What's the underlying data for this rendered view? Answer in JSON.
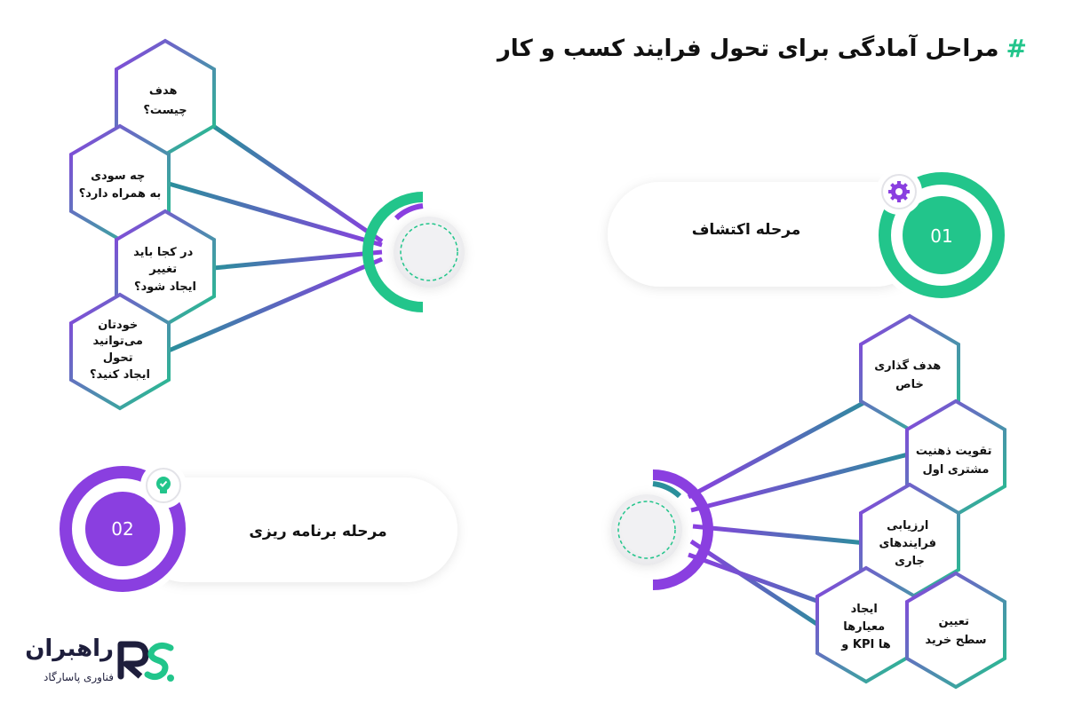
{
  "title": {
    "hash": "#",
    "text": "مراحل آمادگی برای تحول فرایند کسب و کار"
  },
  "stage1": {
    "number": "01",
    "label": "مرحله اکتشاف",
    "icon": "gear-icon",
    "color": "#22c58b",
    "items": [
      [
        "هدف",
        "چیست؟"
      ],
      [
        "چه سودی",
        "به همراه دارد؟"
      ],
      [
        "در کجا باید",
        "تغییر",
        "ایجاد شود؟"
      ],
      [
        "خودتان",
        "می‌توانید",
        "تحول",
        "ایجاد کنید؟"
      ]
    ]
  },
  "stage2": {
    "number": "02",
    "label": "مرحله برنامه ریزی",
    "icon": "lightbulb-check-icon",
    "color": "#8a3fe0",
    "items": [
      [
        "هدف گذاری",
        "خاص"
      ],
      [
        "تقویت ذهنیت",
        "مشتری اول"
      ],
      [
        "ارزیابی",
        "فرایندهای",
        "جاری"
      ],
      [
        "ایجاد",
        "معیارها",
        "و KPI ها"
      ],
      [
        "تعیین",
        "سطح خرید"
      ]
    ]
  },
  "logo": {
    "name": "راهبران",
    "sub": "فناوری پاسارگاد",
    "mark": "RS"
  },
  "colors": {
    "green": "#22c58b",
    "purple": "#8a3fe0",
    "teal": "#2a8f9b",
    "dark": "#1e1e3c"
  }
}
